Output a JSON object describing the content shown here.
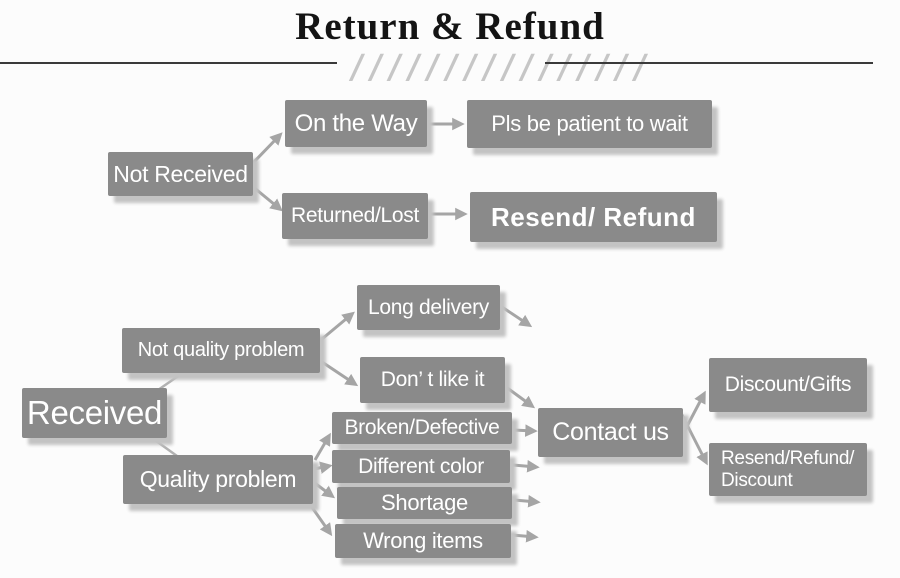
{
  "title": "Return & Refund",
  "decor_hatch": "////////////////",
  "colors": {
    "box": "#8a8a8a",
    "box_text": "#ffffff",
    "arrow": "#a5a5a5",
    "connector": "#b2b2b2",
    "shadow": "#c3c3c3",
    "title": "#141414",
    "rule": "#3a3a3a",
    "hatch": "#c6c6c6",
    "background": "#fcfcfc"
  },
  "flow": {
    "not_received": {
      "label": "Not Received"
    },
    "on_the_way": {
      "label": "On the Way"
    },
    "pls_wait": {
      "label": "Pls be patient to wait"
    },
    "returned_lost": {
      "label": "Returned/Lost"
    },
    "resend_refund": {
      "label": "Resend/ Refund"
    },
    "received": {
      "label": "Received"
    },
    "not_quality_problem": {
      "label": "Not quality problem"
    },
    "long_delivery": {
      "label": "Long delivery"
    },
    "dont_like_it": {
      "label": "Don’ t like it"
    },
    "quality_problem": {
      "label": "Quality problem"
    },
    "broken_defective": {
      "label": "Broken/Defective"
    },
    "different_color": {
      "label": "Different color"
    },
    "shortage": {
      "label": "Shortage"
    },
    "wrong_items": {
      "label": "Wrong items"
    },
    "contact_us": {
      "label": "Contact us"
    },
    "discount_gifts": {
      "label": "Discount/Gifts"
    },
    "resend_refund_discount": {
      "label": "Resend/Refund/\nDiscount"
    }
  }
}
